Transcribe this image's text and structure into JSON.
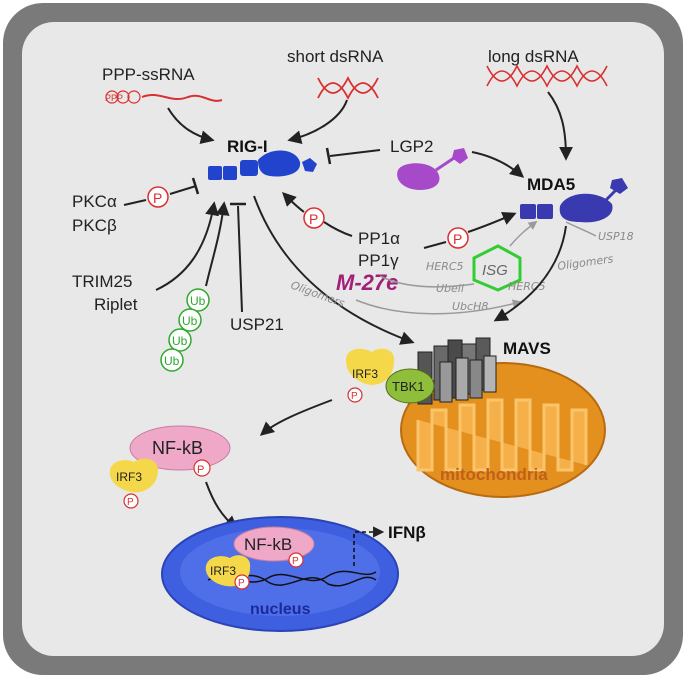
{
  "labels": {
    "ppp_ssrna": "PPP-ssRNA",
    "ppp_tag": "PPP",
    "short_dsrna": "short dsRNA",
    "long_dsrna": "long dsRNA",
    "rigi": "RIG-I",
    "lgp2": "LGP2",
    "mda5": "MDA5",
    "pkca": "PKCα",
    "pkcb": "PKCβ",
    "pp1a": "PP1α",
    "pp1g": "PP1γ",
    "trim25": "TRIM25",
    "riplet": "Riplet",
    "usp21": "USP21",
    "ub": "Ub",
    "p": "P",
    "mavs": "MAVS",
    "irf3": "IRF3",
    "tbk1": "TBK1",
    "mitochondria": "mitochondria",
    "nfkb": "NF-kB",
    "nucleus": "nucleus",
    "ifnb": "IFNβ"
  },
  "handwritten": {
    "m27e": "M-27e",
    "hercs": "HERC5",
    "isg": "ISG",
    "ubell": "Ubell",
    "ubcl8": "UbcH8",
    "herc5_small": "HERC5",
    "usp18": "USP18",
    "oligomers_left": "Oligomers",
    "oligomers_right": "Oligomers"
  },
  "colors": {
    "cell_bg": "#e6e6e6",
    "cell_border": "#6e6e6e",
    "rna_red": "#d93030",
    "rigi_blue": "#2244cc",
    "mda5_blue": "#3a3ab0",
    "lgp2_purple": "#a64ac9",
    "ub_green": "#2fa82f",
    "irf3_yellow": "#f5d84a",
    "tbk1_green": "#8fbf3a",
    "mito_orange": "#f0a028",
    "mito_text": "#c0601a",
    "nucleus_blue": "#4466e0",
    "nucleus_text": "#1a2a9a",
    "nfkb_pink": "#f0a8c8",
    "m27e_magenta": "#a0207a",
    "isg_green": "#33cc33"
  }
}
